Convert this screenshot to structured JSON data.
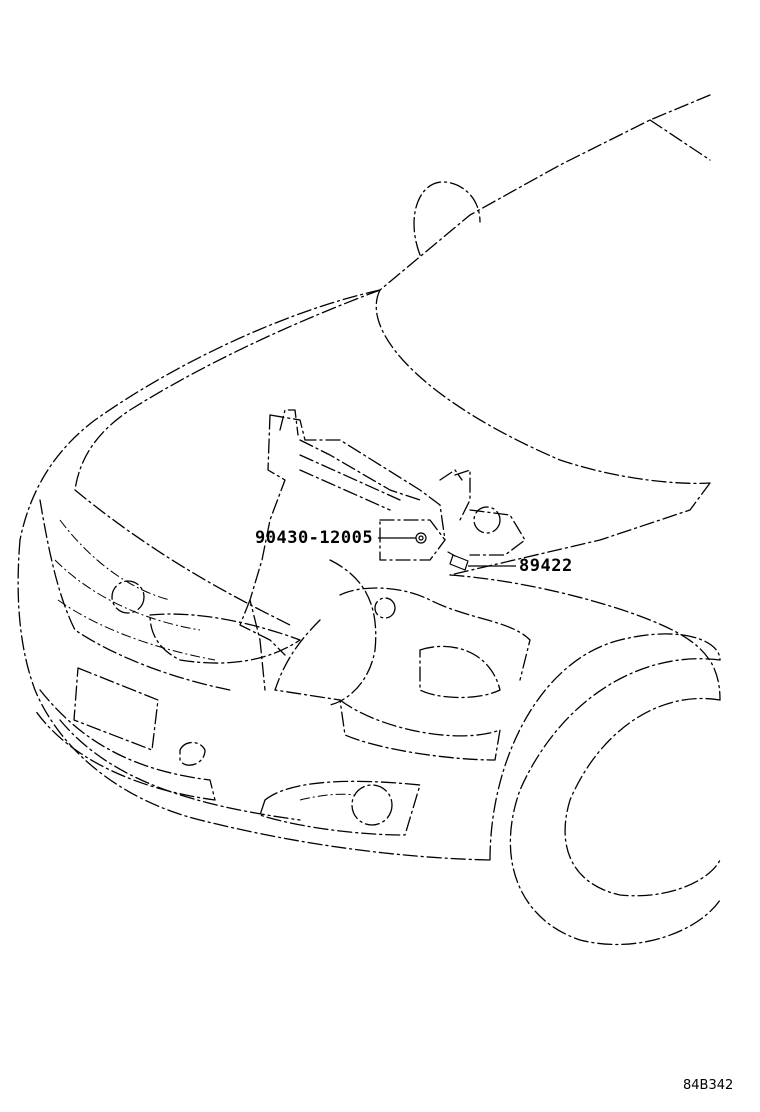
{
  "callouts": {
    "bolt_part_number": "90430-12005",
    "sensor_part_number": "89422"
  },
  "reference_code": "84B342",
  "line_color": "#000000",
  "background_color": "#ffffff"
}
